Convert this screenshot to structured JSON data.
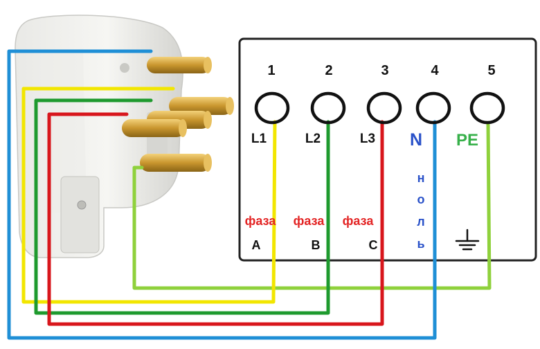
{
  "terminals": [
    {
      "number": "1",
      "label": "L1",
      "color": "#f2e600"
    },
    {
      "number": "2",
      "label": "L2",
      "color": "#1e9a2e"
    },
    {
      "number": "3",
      "label": "L3",
      "color": "#d8161c"
    },
    {
      "number": "4",
      "label": "N",
      "color": "#1f8fd6"
    },
    {
      "number": "5",
      "label": "PE",
      "color": "#8fd13c"
    }
  ],
  "phase_word": "фаза",
  "phase_letters": [
    "A",
    "B",
    "C"
  ],
  "neutral_vertical": "ноль",
  "ground_symbol": "ground-icon",
  "colors": {
    "phase_text": "#e32424",
    "neutral_text": "#2a52c9",
    "pe_text": "#37b04a",
    "box_border": "#222222"
  }
}
